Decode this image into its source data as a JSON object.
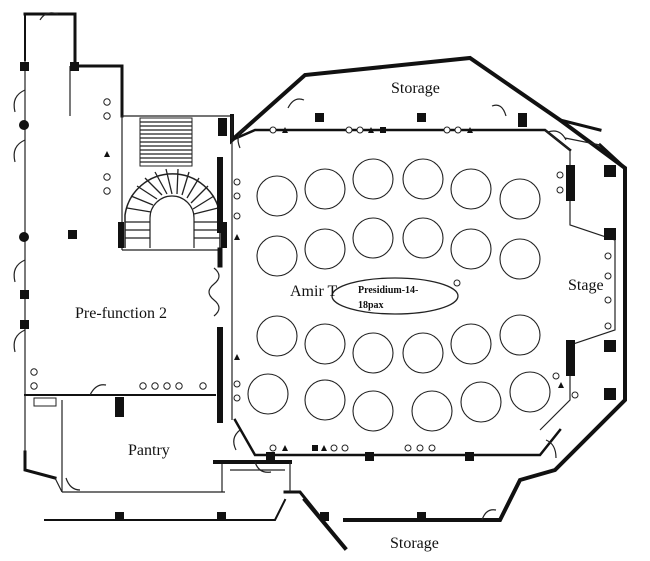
{
  "floorplan": {
    "labels": {
      "storage_top": "Storage",
      "storage_bottom": "Storage",
      "stage": "Stage",
      "prefunction": "Pre-function 2",
      "pantry": "Pantry",
      "ballroom": "Amir T",
      "presidium_line1": "Presidium-14-",
      "presidium_line2": "18pax"
    },
    "table_rows": [
      6,
      6,
      6,
      6
    ]
  }
}
